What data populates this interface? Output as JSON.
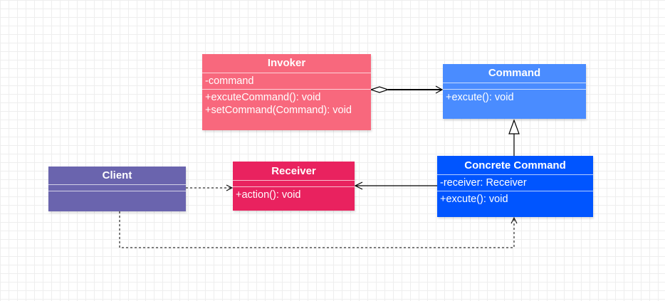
{
  "colors": {
    "invoker": "#f8687d",
    "command": "#4a8cff",
    "concrete_command": "#0055ff",
    "receiver": "#e9225f",
    "client": "#6a64ae"
  },
  "classes": {
    "invoker": {
      "name": "Invoker",
      "attributes": [
        "-command"
      ],
      "methods": [
        "+excuteCommand(): void",
        "+setCommand(Command): void"
      ]
    },
    "command": {
      "name": "Command",
      "attributes": [],
      "methods": [
        "+excute(): void"
      ]
    },
    "concrete_command": {
      "name": "Concrete Command",
      "attributes": [
        "-receiver: Receiver"
      ],
      "methods": [
        "+excute(): void"
      ]
    },
    "receiver": {
      "name": "Receiver",
      "attributes": [],
      "methods": [
        "+action(): void"
      ]
    },
    "client": {
      "name": "Client",
      "attributes": [],
      "methods": []
    }
  },
  "relations": [
    {
      "from": "Invoker",
      "to": "Command",
      "type": "aggregation"
    },
    {
      "from": "Concrete Command",
      "to": "Command",
      "type": "generalization"
    },
    {
      "from": "Concrete Command",
      "to": "Receiver",
      "type": "association"
    },
    {
      "from": "Client",
      "to": "Receiver",
      "type": "dependency"
    },
    {
      "from": "Client",
      "to": "Concrete Command",
      "type": "dependency"
    }
  ]
}
